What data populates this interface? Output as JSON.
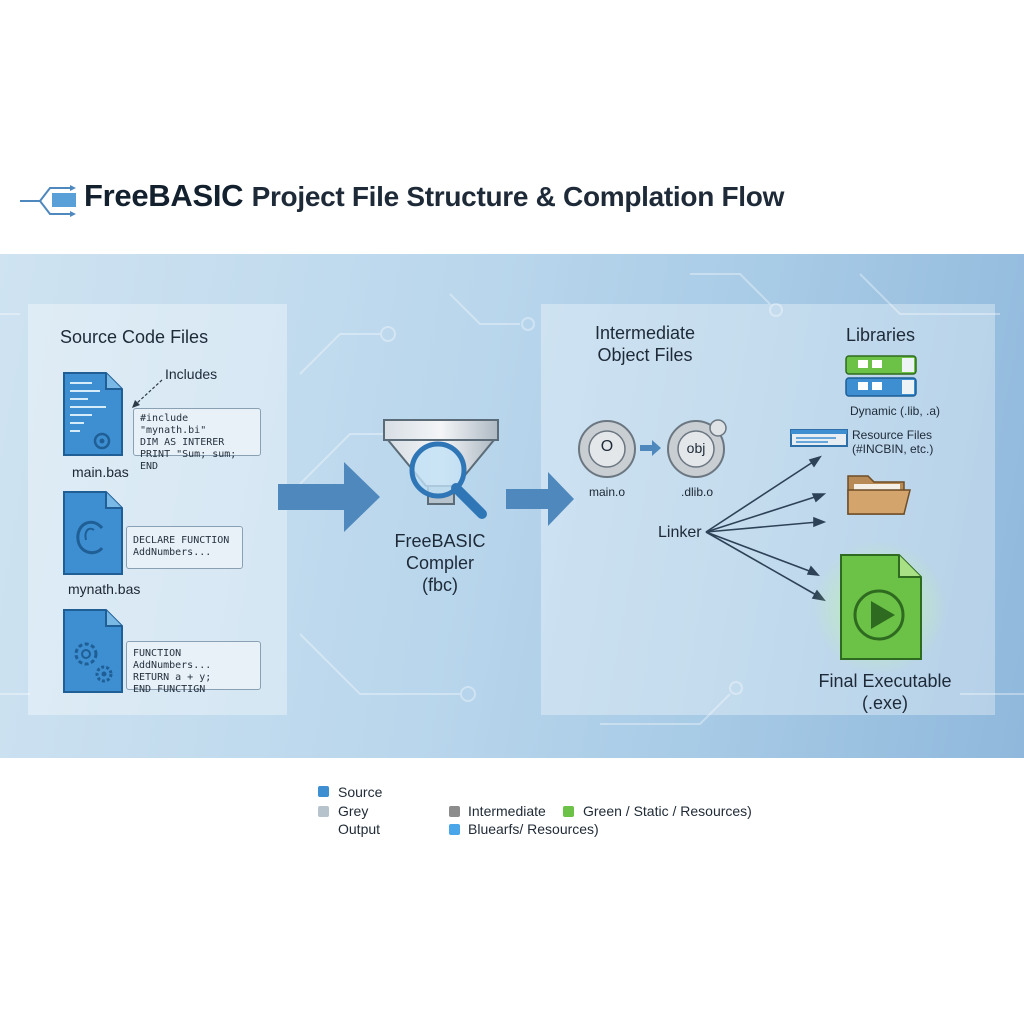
{
  "title": {
    "prefix": "FreeBASIC",
    "rest": "Project File Structure & Complation Flow"
  },
  "source_panel": {
    "heading": "Source Code Files",
    "includes_label": "Includes",
    "files": [
      {
        "name": "main.bas",
        "code": [
          "#include \"mynath.bi\"",
          "DIM AS INTERER",
          "PRINT \"Sum; sum; END"
        ]
      },
      {
        "name": "mynath.bas",
        "code": [
          "DECLARE FUNCTION",
          "AddNumbers..."
        ]
      },
      {
        "name": "",
        "code": [
          "FUNCTION AddNumbers...",
          "RETURN a + y;",
          "END FUNCTIGN"
        ]
      }
    ]
  },
  "compiler": {
    "line1": "FreeBASIC",
    "line2": "Compler",
    "line3": "(fbc)"
  },
  "right_panel": {
    "intermediate_heading_1": "Intermediate",
    "intermediate_heading_2": "Object Files",
    "object_files": [
      {
        "glyph": "O",
        "label": "main.o"
      },
      {
        "glyph": "obj",
        "label": ".dlib.o"
      }
    ],
    "linker_label": "Linker",
    "libraries_heading": "Libraries",
    "dynamic_label": "Dynamic (.lib, .a)",
    "resource_label_1": "Resource Files",
    "resource_label_2": "(#INCBIN, etc.)",
    "final_label_1": "Final Executable",
    "final_label_2": "(.exe)"
  },
  "legend": [
    {
      "label": "Source",
      "color": "#3d8fd1"
    },
    {
      "label": "Grey",
      "color": "#b7c3cc"
    },
    {
      "label": "Output",
      "color": ""
    },
    {
      "label": "Intermediate",
      "color": "#8c8c8c"
    },
    {
      "label": "Green / Static / Resources)",
      "color": "#6cc247"
    },
    {
      "label": "Bluearfs/ Resources)",
      "color": "#4aa6e8"
    }
  ],
  "colors": {
    "source_blue": "#3d8fd1",
    "arrow_blue": "#4f88bd",
    "exe_green": "#6cc247"
  }
}
